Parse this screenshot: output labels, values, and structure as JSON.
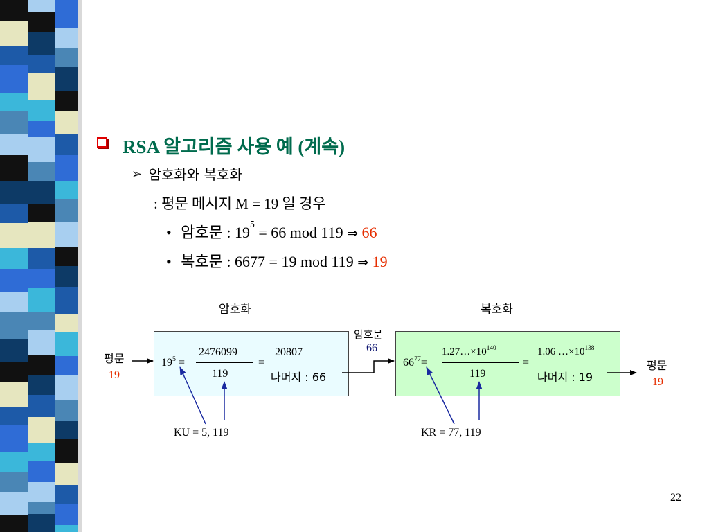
{
  "slide": {
    "title": "RSA 알고리즘 사용 예 (계속)",
    "subhead": "암호화와 복호화",
    "condition_prefix": ": 평문 메시지 M = 19 일 경우",
    "bullets": [
      {
        "label": "암호문 : 19",
        "sup": "5",
        "rest": " = 66 mod 119",
        "arrow": "⇒",
        "result": "66"
      },
      {
        "label": "복호문 : 6677 = 19 mod 119",
        "arrow": "⇒",
        "result": "19"
      }
    ],
    "page_number": "22"
  },
  "diagram": {
    "encrypt_header": "암호화",
    "decrypt_header": "복호화",
    "plaintext_in_label": "평문",
    "plaintext_in_value": "19",
    "ciphertext_label": "암호문",
    "ciphertext_value": "66",
    "plaintext_out_label": "평문",
    "plaintext_out_value": "19",
    "enc_base": "19",
    "enc_exp": "5",
    "enc_eq": "=",
    "enc_numerator": "2476099",
    "enc_denominator": "119",
    "enc_eq2": "=",
    "enc_quotient": "20807",
    "enc_remainder": "나머지 : 66",
    "dec_base": "66",
    "dec_exp": "77",
    "dec_eq": "=",
    "dec_numerator_base": "1.27…×10",
    "dec_numerator_exp": "140",
    "dec_denominator": "119",
    "dec_eq2": "=",
    "dec_quotient_base": "1.06 …×10",
    "dec_quotient_exp": "138",
    "dec_remainder": "나머지 : 19",
    "public_key": "KU = 5, 119",
    "private_key": "KR = 77, 119"
  },
  "colors": {
    "title": "#006b4d",
    "result": "#e62e00",
    "encrypt_box": "#eafcff",
    "decrypt_box": "#ccffcc"
  }
}
